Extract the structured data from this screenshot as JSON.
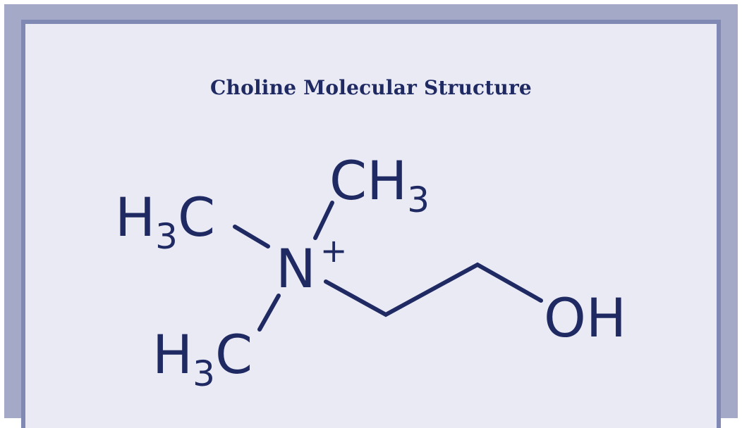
{
  "title": "Choline Molecular Structure",
  "colors": {
    "ink": "#1f2a63",
    "frame_outer": "#a3a9c6",
    "frame_border": "#7f89b3",
    "panel": "#eaeaf5"
  },
  "atoms": {
    "methyl_left": {
      "main": "H",
      "sub": "3",
      "tail": "C"
    },
    "methyl_top": {
      "main": "CH",
      "sub": "3"
    },
    "methyl_bottom": {
      "main": "H",
      "sub": "3",
      "tail": "C"
    },
    "nitrogen": {
      "main": "N",
      "charge": "+"
    },
    "hydroxyl": {
      "main": "OH"
    }
  }
}
